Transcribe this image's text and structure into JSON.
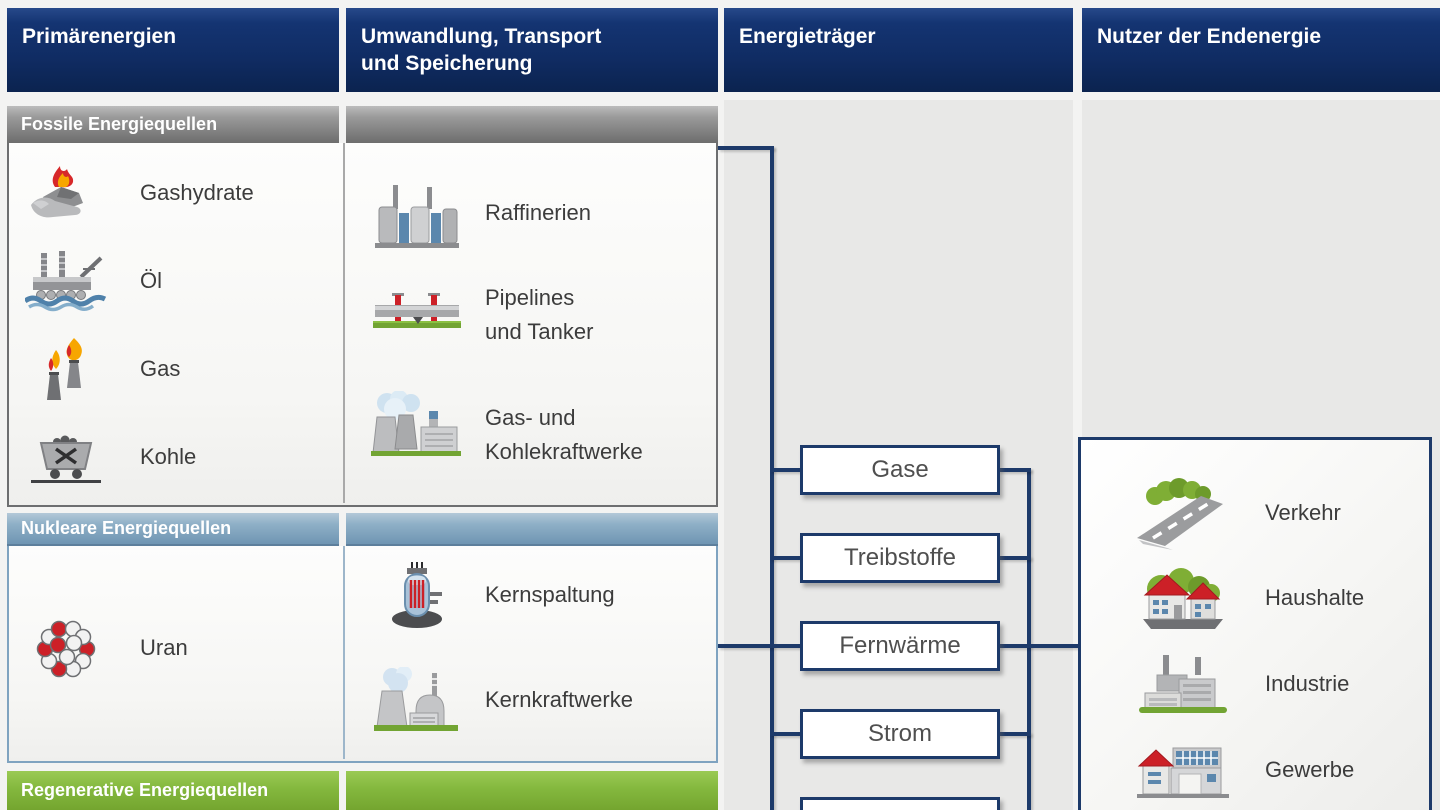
{
  "header": {
    "columns": [
      {
        "label": "Primärenergien"
      },
      {
        "label": "Umwandlung, Transport\nund Speicherung"
      },
      {
        "label": "Energieträger"
      },
      {
        "label": "Nutzer der Endenergie"
      }
    ]
  },
  "sections": {
    "fossil": {
      "title": "Fossile Energiequellen",
      "sources": [
        {
          "label": "Gashydrate",
          "icon": "gas-hydrate-icon"
        },
        {
          "label": "Öl",
          "icon": "oil-rig-icon"
        },
        {
          "label": "Gas",
          "icon": "gas-flare-icon"
        },
        {
          "label": "Kohle",
          "icon": "coal-cart-icon"
        }
      ],
      "conversion": [
        {
          "label": "Raffinerien",
          "icon": "refinery-icon"
        },
        {
          "label": "Pipelines\nund Tanker",
          "icon": "pipeline-icon"
        },
        {
          "label": "Gas- und\nKohlekraftwerke",
          "icon": "gas-coal-power-plant-icon"
        }
      ]
    },
    "nuclear": {
      "title": "Nukleare Energiequellen",
      "sources": [
        {
          "label": "Uran",
          "icon": "uranium-icon"
        }
      ],
      "conversion": [
        {
          "label": "Kernspaltung",
          "icon": "nuclear-fission-icon"
        },
        {
          "label": "Kernkraftwerke",
          "icon": "nuclear-power-plant-icon"
        }
      ]
    },
    "regenerative": {
      "title": "Regenerative Energiequellen"
    }
  },
  "carriers": {
    "items": [
      {
        "label": "Gase"
      },
      {
        "label": "Treibstoffe"
      },
      {
        "label": "Fernwärme"
      },
      {
        "label": "Strom"
      },
      {
        "label": ""
      }
    ]
  },
  "users": {
    "items": [
      {
        "label": "Verkehr",
        "icon": "traffic-road-icon"
      },
      {
        "label": "Haushalte",
        "icon": "households-icon"
      },
      {
        "label": "Industrie",
        "icon": "industry-icon"
      },
      {
        "label": "Gewerbe",
        "icon": "commerce-icon"
      }
    ]
  },
  "colors": {
    "header_navy": "#102c63",
    "section_gray": "#9a9a9a",
    "section_blue": "#8fb0c7",
    "section_green": "#84b83e",
    "connector_navy": "#1d3a6a",
    "panel_gray": "#e8e8e7",
    "box_text": "#4f4f4f"
  }
}
